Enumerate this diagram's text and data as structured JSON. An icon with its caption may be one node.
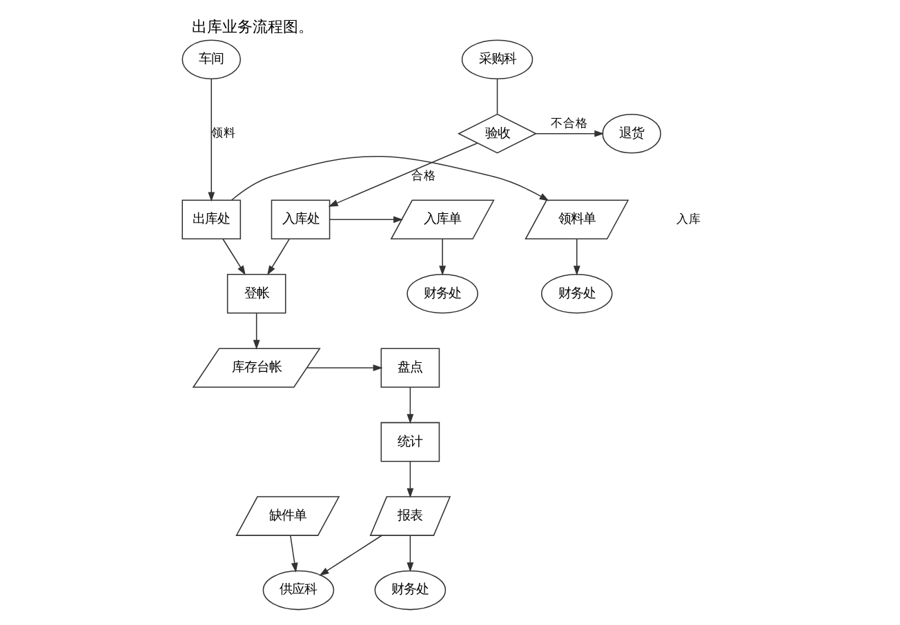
{
  "diagram": {
    "title": "出库业务流程图。",
    "nodes": [
      {
        "text": [
          "财务处"
        ]
      },
      {
        "text": [
          "采购科"
        ]
      },
      {
        "text": [
          "验收"
        ]
      },
      {
        "text": [
          "退货"
        ]
      },
      {
        "text": [
          "车间"
        ]
      },
      {
        "text": [
          "财务处"
        ]
      },
      {
        "text": [
          "入库单"
        ]
      },
      {
        "text": [
          "入库处"
        ]
      },
      {
        "text": [
          "出库处"
        ]
      },
      {
        "text": [
          "领料单"
        ]
      },
      {
        "text": [
          "登帐"
        ]
      },
      {
        "text": [
          "缺件单"
        ]
      },
      {
        "text": [
          "供应科"
        ]
      },
      {
        "text": [
          "盘点"
        ]
      },
      {
        "text": [
          "库存台帐"
        ]
      },
      {
        "text": [
          "统计"
        ]
      },
      {
        "text": [
          "报表"
        ]
      },
      {
        "text": [
          "财务处"
        ]
      }
    ],
    "edges": [
      {
        "from": 1,
        "to": 2,
        "arrow": "none"
      },
      {
        "from": 2,
        "to": 3,
        "arrow": "to",
        "label": "不合格"
      },
      {
        "from": 2,
        "to": 7,
        "arrow": "to",
        "label": "合格"
      },
      {
        "from": 4,
        "to": 8,
        "arrow": "to",
        "label": "领料"
      },
      {
        "from": 6,
        "to": 0,
        "arrow": "to"
      },
      {
        "from": 7,
        "to": 6,
        "arrow": "to"
      },
      {
        "from": 7,
        "to": 10,
        "arrow": "to"
      },
      {
        "from": 8,
        "to": 10,
        "arrow": "to"
      },
      {
        "from": 8,
        "to": 9,
        "arrow": "to"
      },
      {
        "from": 9,
        "to": 5,
        "arrow": "to"
      },
      {
        "from": 10,
        "to": 14,
        "arrow": "to"
      },
      {
        "from": 14,
        "to": 13,
        "arrow": "to"
      },
      {
        "from": 13,
        "to": 15,
        "arrow": "to"
      },
      {
        "from": 15,
        "to": 16,
        "arrow": "to"
      },
      {
        "from": 11,
        "to": 12,
        "arrow": "to"
      },
      {
        "from": 16,
        "to": 12,
        "arrow": "to"
      },
      {
        "from": 16,
        "to": 17,
        "arrow": "to"
      }
    ],
    "labels": [
      "入库"
    ]
  }
}
